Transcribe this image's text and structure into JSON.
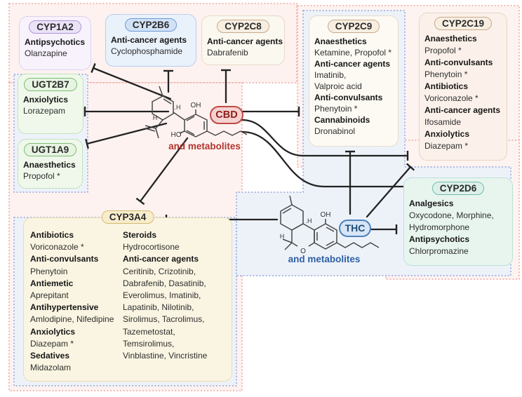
{
  "enzymes": {
    "cyp1a2": {
      "label": "CYP1A2",
      "lines": [
        "Antipsychotics",
        "Olanzapine"
      ]
    },
    "cyp2b6": {
      "label": "CYP2B6",
      "lines": [
        "Anti-cancer agents",
        "Cyclophosphamide"
      ]
    },
    "cyp2c8": {
      "label": "CYP2C8",
      "lines": [
        "Anti-cancer agents",
        "Dabrafenib"
      ]
    },
    "cyp2c9": {
      "label": "CYP2C9",
      "lines": [
        "Anaesthetics",
        "Ketamine, Propofol *",
        "Anti-cancer agents",
        "Imatinib,",
        "Valproic acid",
        "Anti-convulsants",
        "Phenytoin *",
        "Cannabinoids",
        "Dronabinol"
      ]
    },
    "cyp2c19": {
      "label": "CYP2C19",
      "lines": [
        "Anaesthetics",
        "Propofol *",
        "Anti-convulsants",
        "Phenytoin *",
        "Antibiotics",
        "Voriconazole *",
        "Anti-cancer agents",
        "Ifosamide",
        "Anxiolytics",
        "Diazepam *"
      ]
    },
    "ugt2b7": {
      "label": "UGT2B7",
      "lines": [
        "Anxiolytics",
        "Lorazepam"
      ]
    },
    "ugt1a9": {
      "label": "UGT1A9",
      "lines": [
        "Anaesthetics",
        "Propofol *"
      ]
    },
    "cyp3a4": {
      "label": "CYP3A4",
      "col1": [
        "Antibiotics",
        "Voriconazole *",
        "Anti-convulsants",
        "Phenytoin",
        "Antiemetic",
        "Aprepitant",
        "Antihypertensive",
        "Amlodipine, Nifedipine",
        "Anxiolytics",
        "Diazepam *",
        "Sedatives",
        "Midazolam"
      ],
      "col2": [
        "Steroids",
        "Hydrocortisone",
        "Anti-cancer agents",
        "Ceritinib, Crizotinib,",
        "Dabrafenib, Dasatinib,",
        "Everolimus, Imatinib,",
        "Lapatinib, Nilotinib,",
        "Sirolimus, Tacrolimus,",
        "Tazemetostat,",
        "Temsirolimus,",
        "Vinblastine, Vincristine"
      ]
    },
    "cyp2d6": {
      "label": "CYP2D6",
      "lines": [
        "Analgesics",
        "Oxycodone, Morphine,",
        "Hydromorphone",
        "Antipsychotics",
        "Chlorpromazine"
      ]
    }
  },
  "molecules": {
    "cbd": {
      "label": "CBD",
      "caption": "and metabolites",
      "atoms": {
        "oh": "OH",
        "ho": "HO",
        "h": "H",
        "dot_h": ".H"
      }
    },
    "thc": {
      "label": "THC",
      "caption": "and metabolites",
      "atoms": {
        "oh": "OH",
        "o": "O",
        "h": "H",
        "dot_h": ".H"
      }
    }
  },
  "colors": {
    "cbd_accent": "#bf4a47",
    "thc_accent": "#4f81bd",
    "inhibition_arrow": "#222222",
    "cbd_region_border": "#f0a49e",
    "thc_region_border": "#94a3da"
  }
}
